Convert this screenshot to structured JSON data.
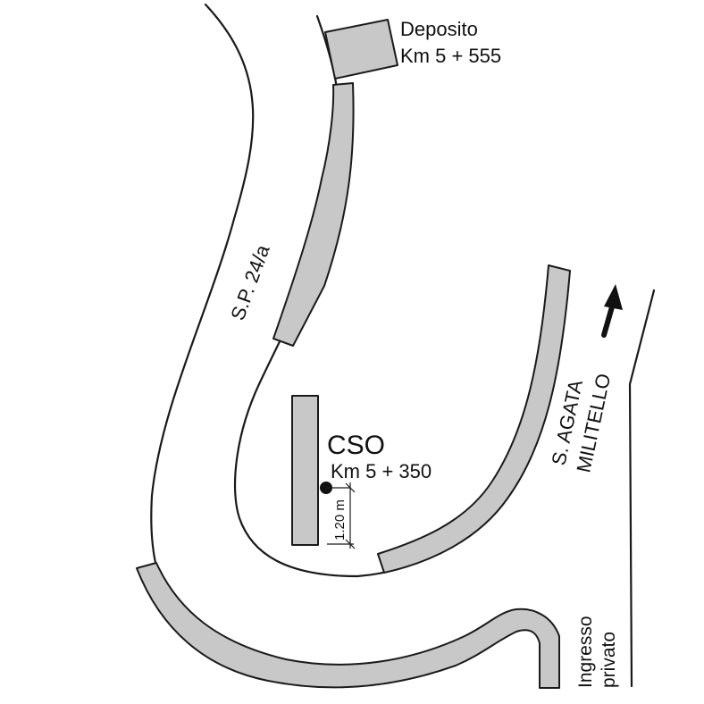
{
  "labels": {
    "deposito": "Deposito",
    "deposito_km": "Km 5 + 555",
    "road_name": "S.P. 24/a",
    "cso": "CSO",
    "cso_km": "Km 5 + 350",
    "dimension": "1.20 m",
    "direction_line1": "S. AGATA",
    "direction_line2": "MILITELLO",
    "entrance_line1": "Ingresso",
    "entrance_line2": "privato"
  },
  "colors": {
    "line": "#1a1a1a",
    "wall_fill": "#c8c8c8",
    "background": "#ffffff"
  },
  "icons": {
    "direction": "arrow-up-icon",
    "point": "location-dot-icon"
  }
}
